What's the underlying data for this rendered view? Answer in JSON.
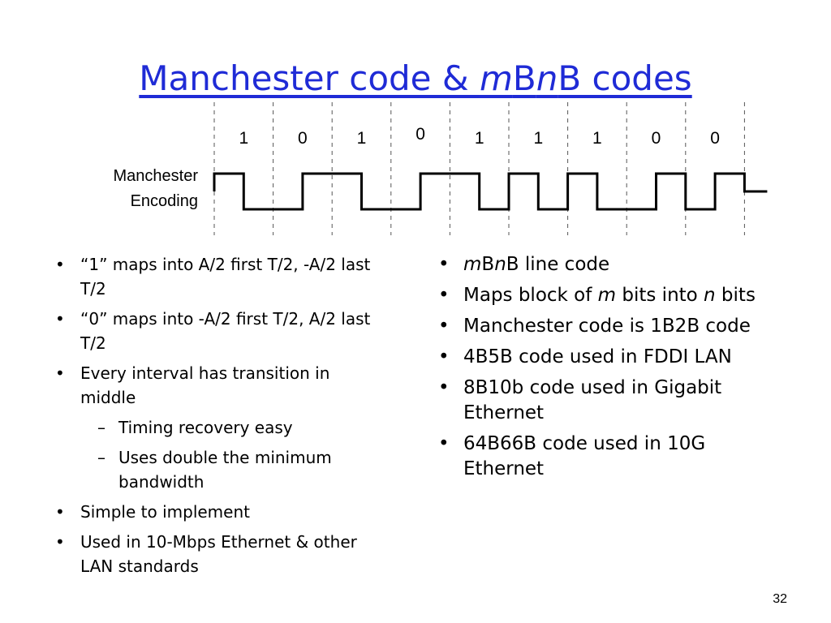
{
  "slide": {
    "title_prefix": "Manchester code & ",
    "title_m": "m",
    "title_mid": "B",
    "title_n": "n",
    "title_suffix": "B codes",
    "page_number": "32"
  },
  "diagram": {
    "bits": [
      "1",
      "0",
      "1",
      "0",
      "1",
      "1",
      "1",
      "0",
      "0"
    ],
    "label_line1": "Manchester",
    "label_line2": "Encoding",
    "waveform_levels": [
      "high-low",
      "low-high",
      "high-low",
      "low-high",
      "high-low",
      "high-low",
      "high-low",
      "low-high",
      "low-high"
    ]
  },
  "left_bullets": [
    {
      "level": 1,
      "text": "“1” maps into A/2 first T/2, -A/2 last T/2"
    },
    {
      "level": 1,
      "text": "“0” maps into -A/2 first T/2, A/2 last T/2"
    },
    {
      "level": 1,
      "text": "Every interval has transition in middle"
    },
    {
      "level": 2,
      "text": "Timing recovery easy"
    },
    {
      "level": 2,
      "text": "Uses double the minimum bandwidth"
    },
    {
      "level": 1,
      "text": "Simple to implement"
    },
    {
      "level": 1,
      "text": "Used in 10-Mbps Ethernet & other LAN standards"
    }
  ],
  "right_bullets": [
    {
      "level": 1,
      "parts": [
        {
          "t": "m",
          "i": true
        },
        {
          "t": "B",
          "i": false
        },
        {
          "t": "n",
          "i": true
        },
        {
          "t": "B line code",
          "i": false
        }
      ]
    },
    {
      "level": 1,
      "parts": [
        {
          "t": "Maps block of ",
          "i": false
        },
        {
          "t": "m",
          "i": true
        },
        {
          "t": " bits into ",
          "i": false
        },
        {
          "t": "n",
          "i": true
        },
        {
          "t": " bits",
          "i": false
        }
      ]
    },
    {
      "level": 1,
      "parts": [
        {
          "t": "Manchester code is 1B2B code",
          "i": false
        }
      ]
    },
    {
      "level": 1,
      "parts": [
        {
          "t": "4B5B code used in FDDI LAN",
          "i": false
        }
      ]
    },
    {
      "level": 1,
      "parts": [
        {
          "t": "8B10b code used in Gigabit Ethernet",
          "i": false
        }
      ]
    },
    {
      "level": 1,
      "parts": [
        {
          "t": "64B66B code used in 10G Ethernet",
          "i": false
        }
      ]
    }
  ]
}
